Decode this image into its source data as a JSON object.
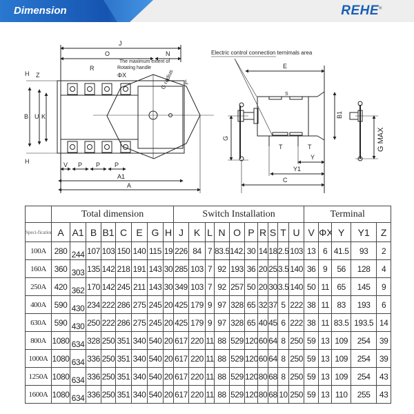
{
  "header": {
    "title": "Dimension",
    "logo": "REHE",
    "logo_mark": "®",
    "accent": "#1a5fb4"
  },
  "drawing": {
    "left_labels": {
      "J": "J",
      "O": "O",
      "N": "N",
      "R": "R",
      "phiX": "ΦX",
      "note1": "The maximum extent of",
      "note2": "Rotating handle",
      "G_radius": "G radius",
      "L": "L",
      "H_top": "H",
      "Z": "Z",
      "B": "B",
      "U": "U",
      "K": "K",
      "H_bottom": "H",
      "V": "V",
      "P1": "P",
      "P2": "P",
      "P3": "P",
      "A1": "A1",
      "A": "A"
    },
    "right_labels": {
      "area": "Electric control connection ternimals area",
      "E": "E",
      "S": "S",
      "B1": "B1",
      "G": "G",
      "T1": "T",
      "T2": "T",
      "Y": "Y",
      "Y1": "Y1",
      "C": "C",
      "GMAX": "G MAX"
    }
  },
  "table": {
    "groups": [
      "Total dimension",
      "Switch Installation",
      "Terminal"
    ],
    "spec_header": "Speci-fication",
    "columns": [
      "A",
      "A1",
      "B",
      "B1",
      "C",
      "E",
      "G",
      "H",
      "J",
      "K",
      "L",
      "N",
      "O",
      "P",
      "R",
      "S",
      "T",
      "U",
      "V",
      "ΦX",
      "Y",
      "Y1",
      "Z"
    ],
    "rows": [
      [
        "100A",
        "280",
        "244",
        "107",
        "103",
        "150",
        "140",
        "115",
        "19",
        "226",
        "84",
        "7",
        "83.5",
        "142.5",
        "30",
        "14",
        "18",
        "2.5",
        "103",
        "13",
        "6",
        "41.5",
        "93",
        "2"
      ],
      [
        "160A",
        "360",
        "303",
        "135",
        "142",
        "218",
        "191",
        "143",
        "30",
        "285",
        "103",
        "7",
        "92",
        "193",
        "36",
        "20",
        "25",
        "3.5",
        "140",
        "36",
        "9",
        "56",
        "128",
        "4"
      ],
      [
        "250A",
        "420",
        "362",
        "170",
        "142",
        "245",
        "211",
        "143",
        "30",
        "349",
        "103",
        "7",
        "92",
        "257",
        "50",
        "20",
        "30",
        "3.5",
        "140",
        "50",
        "11",
        "65",
        "145",
        "9"
      ],
      [
        "400A",
        "590",
        "430",
        "234",
        "222",
        "286",
        "275",
        "245",
        "20",
        "425",
        "179",
        "9",
        "97",
        "328",
        "65",
        "32",
        "37",
        "5",
        "222",
        "38",
        "11",
        "83",
        "193",
        "6"
      ],
      [
        "630A",
        "590",
        "430",
        "250",
        "222",
        "286",
        "275",
        "245",
        "20",
        "425",
        "179",
        "9",
        "97",
        "328",
        "65",
        "40",
        "45",
        "6",
        "222",
        "38",
        "11",
        "83.5",
        "193.5",
        "14"
      ],
      [
        "800A",
        "1080",
        "634",
        "328",
        "250",
        "351",
        "340",
        "540",
        "20",
        "617",
        "220",
        "11",
        "88",
        "529",
        "120",
        "60",
        "64",
        "8",
        "250",
        "59",
        "13",
        "109",
        "254",
        "39"
      ],
      [
        "1000A",
        "1080",
        "634",
        "336",
        "250",
        "351",
        "340",
        "540",
        "20",
        "617",
        "220",
        "11",
        "88",
        "529",
        "120",
        "60",
        "64",
        "8",
        "250",
        "59",
        "13",
        "109",
        "254",
        "39"
      ],
      [
        "1250A",
        "1080",
        "634",
        "336",
        "250",
        "351",
        "340",
        "540",
        "20",
        "617",
        "220",
        "11",
        "88",
        "529",
        "120",
        "80",
        "68",
        "8",
        "250",
        "59",
        "13",
        "109",
        "254",
        "43"
      ],
      [
        "1600A",
        "1080",
        "634",
        "336",
        "250",
        "351",
        "340",
        "540",
        "20",
        "617",
        "220",
        "11",
        "88",
        "529",
        "120",
        "80",
        "68",
        "10",
        "250",
        "59",
        "13",
        "110",
        "255",
        "43"
      ]
    ]
  }
}
